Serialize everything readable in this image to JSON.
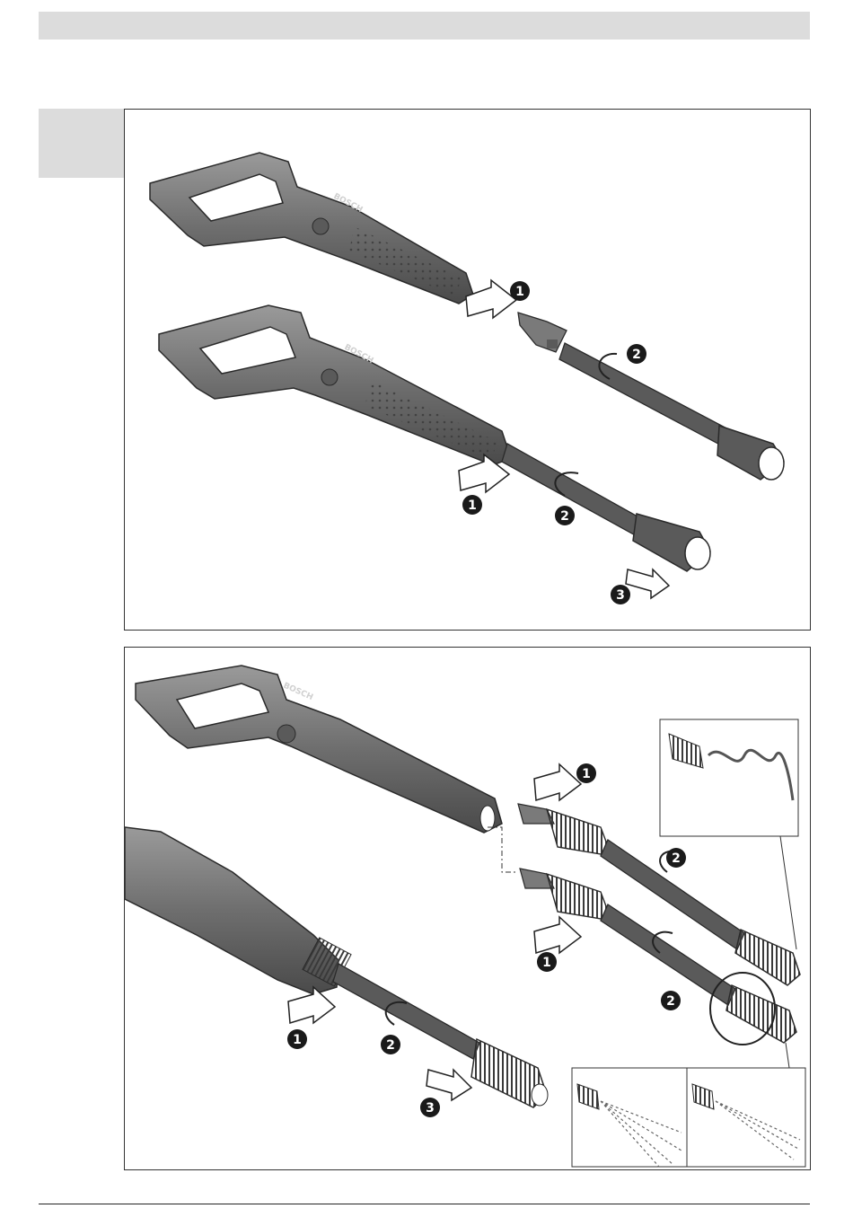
{
  "colors": {
    "gun_body": "#6e6e6e",
    "gun_dark": "#4a4a4a",
    "gun_light": "#9a9a9a",
    "lance": "#5a5a5a",
    "step_marker": "#1a1a1a",
    "header_bar": "#dcdcdc"
  },
  "brand": {
    "gun_logo_text": "BOSCH"
  },
  "panel_1": {
    "steps": {
      "upper_insert": "1",
      "upper_twist": "2",
      "lower_insert": "1",
      "lower_twist": "2",
      "lower_pull": "3"
    }
  },
  "panel_2": {
    "steps": {
      "upper_insert": "1",
      "upper_twist": "2",
      "middle_insert": "1",
      "middle_twist": "2",
      "lower_insert": "1",
      "lower_twist": "2",
      "lower_pull": "3"
    },
    "insets": [
      "nozzle-spiral-detail",
      "spray-wide-fan",
      "spray-narrow-jet"
    ]
  }
}
